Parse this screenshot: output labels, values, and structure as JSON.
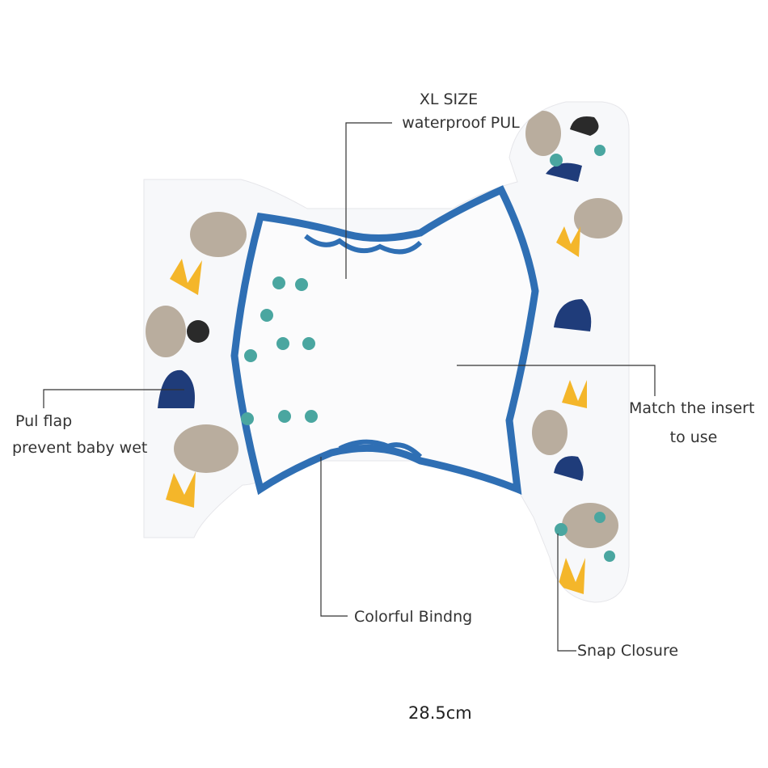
{
  "labels": {
    "xl_size": "XL SIZE",
    "waterproof": "waterproof PUL",
    "match_insert": "Match the insert",
    "to_use": "to use",
    "pul_flap": "Pul flap",
    "prevent_wet": "prevent baby wet",
    "binding": "Colorful Bindng",
    "snap": "Snap Closure",
    "width": "28.5cm"
  },
  "colors": {
    "binding": "#2f6fb4",
    "shell": "#f7f8fa",
    "print_grey": "#b9ad9e",
    "print_yellow": "#f4b62a",
    "print_navy": "#1f3c7a",
    "snap_teal": "#4aa6a0",
    "lining": "#fbfbfc"
  }
}
